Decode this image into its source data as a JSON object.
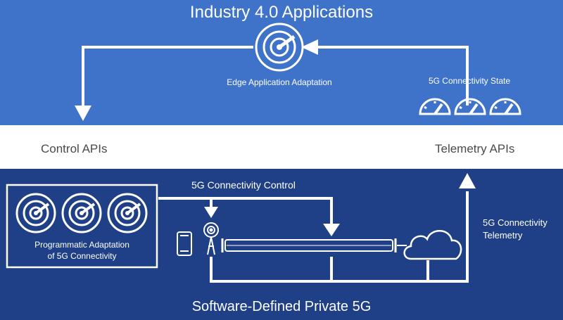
{
  "top_section": {
    "title": "Industry 4.0 Applications",
    "edge_label": "Edge Application Adaptation",
    "state_label": "5G Connectivity State"
  },
  "middle_section": {
    "control_label": "Control APIs",
    "telemetry_label": "Telemetry APIs"
  },
  "bottom_section": {
    "title": "Software-Defined Private 5G",
    "control_label": "5G Connectivity Control",
    "programmatic_label_line1": "Programmatic Adaptation",
    "programmatic_label_line2": "of 5G Connectivity",
    "telemetry_label_line1": "5G Connectivity",
    "telemetry_label_line2": "Telemetry"
  },
  "colors": {
    "top_band": "#3f73c9",
    "bottom_band": "#1f3f86",
    "middle_band": "#ffffff",
    "line": "#ffffff"
  },
  "icons": [
    "dial-icon",
    "gauge-icon",
    "smartphone-icon",
    "antenna-tower-icon",
    "cable-pipe-icon",
    "cloud-icon"
  ]
}
